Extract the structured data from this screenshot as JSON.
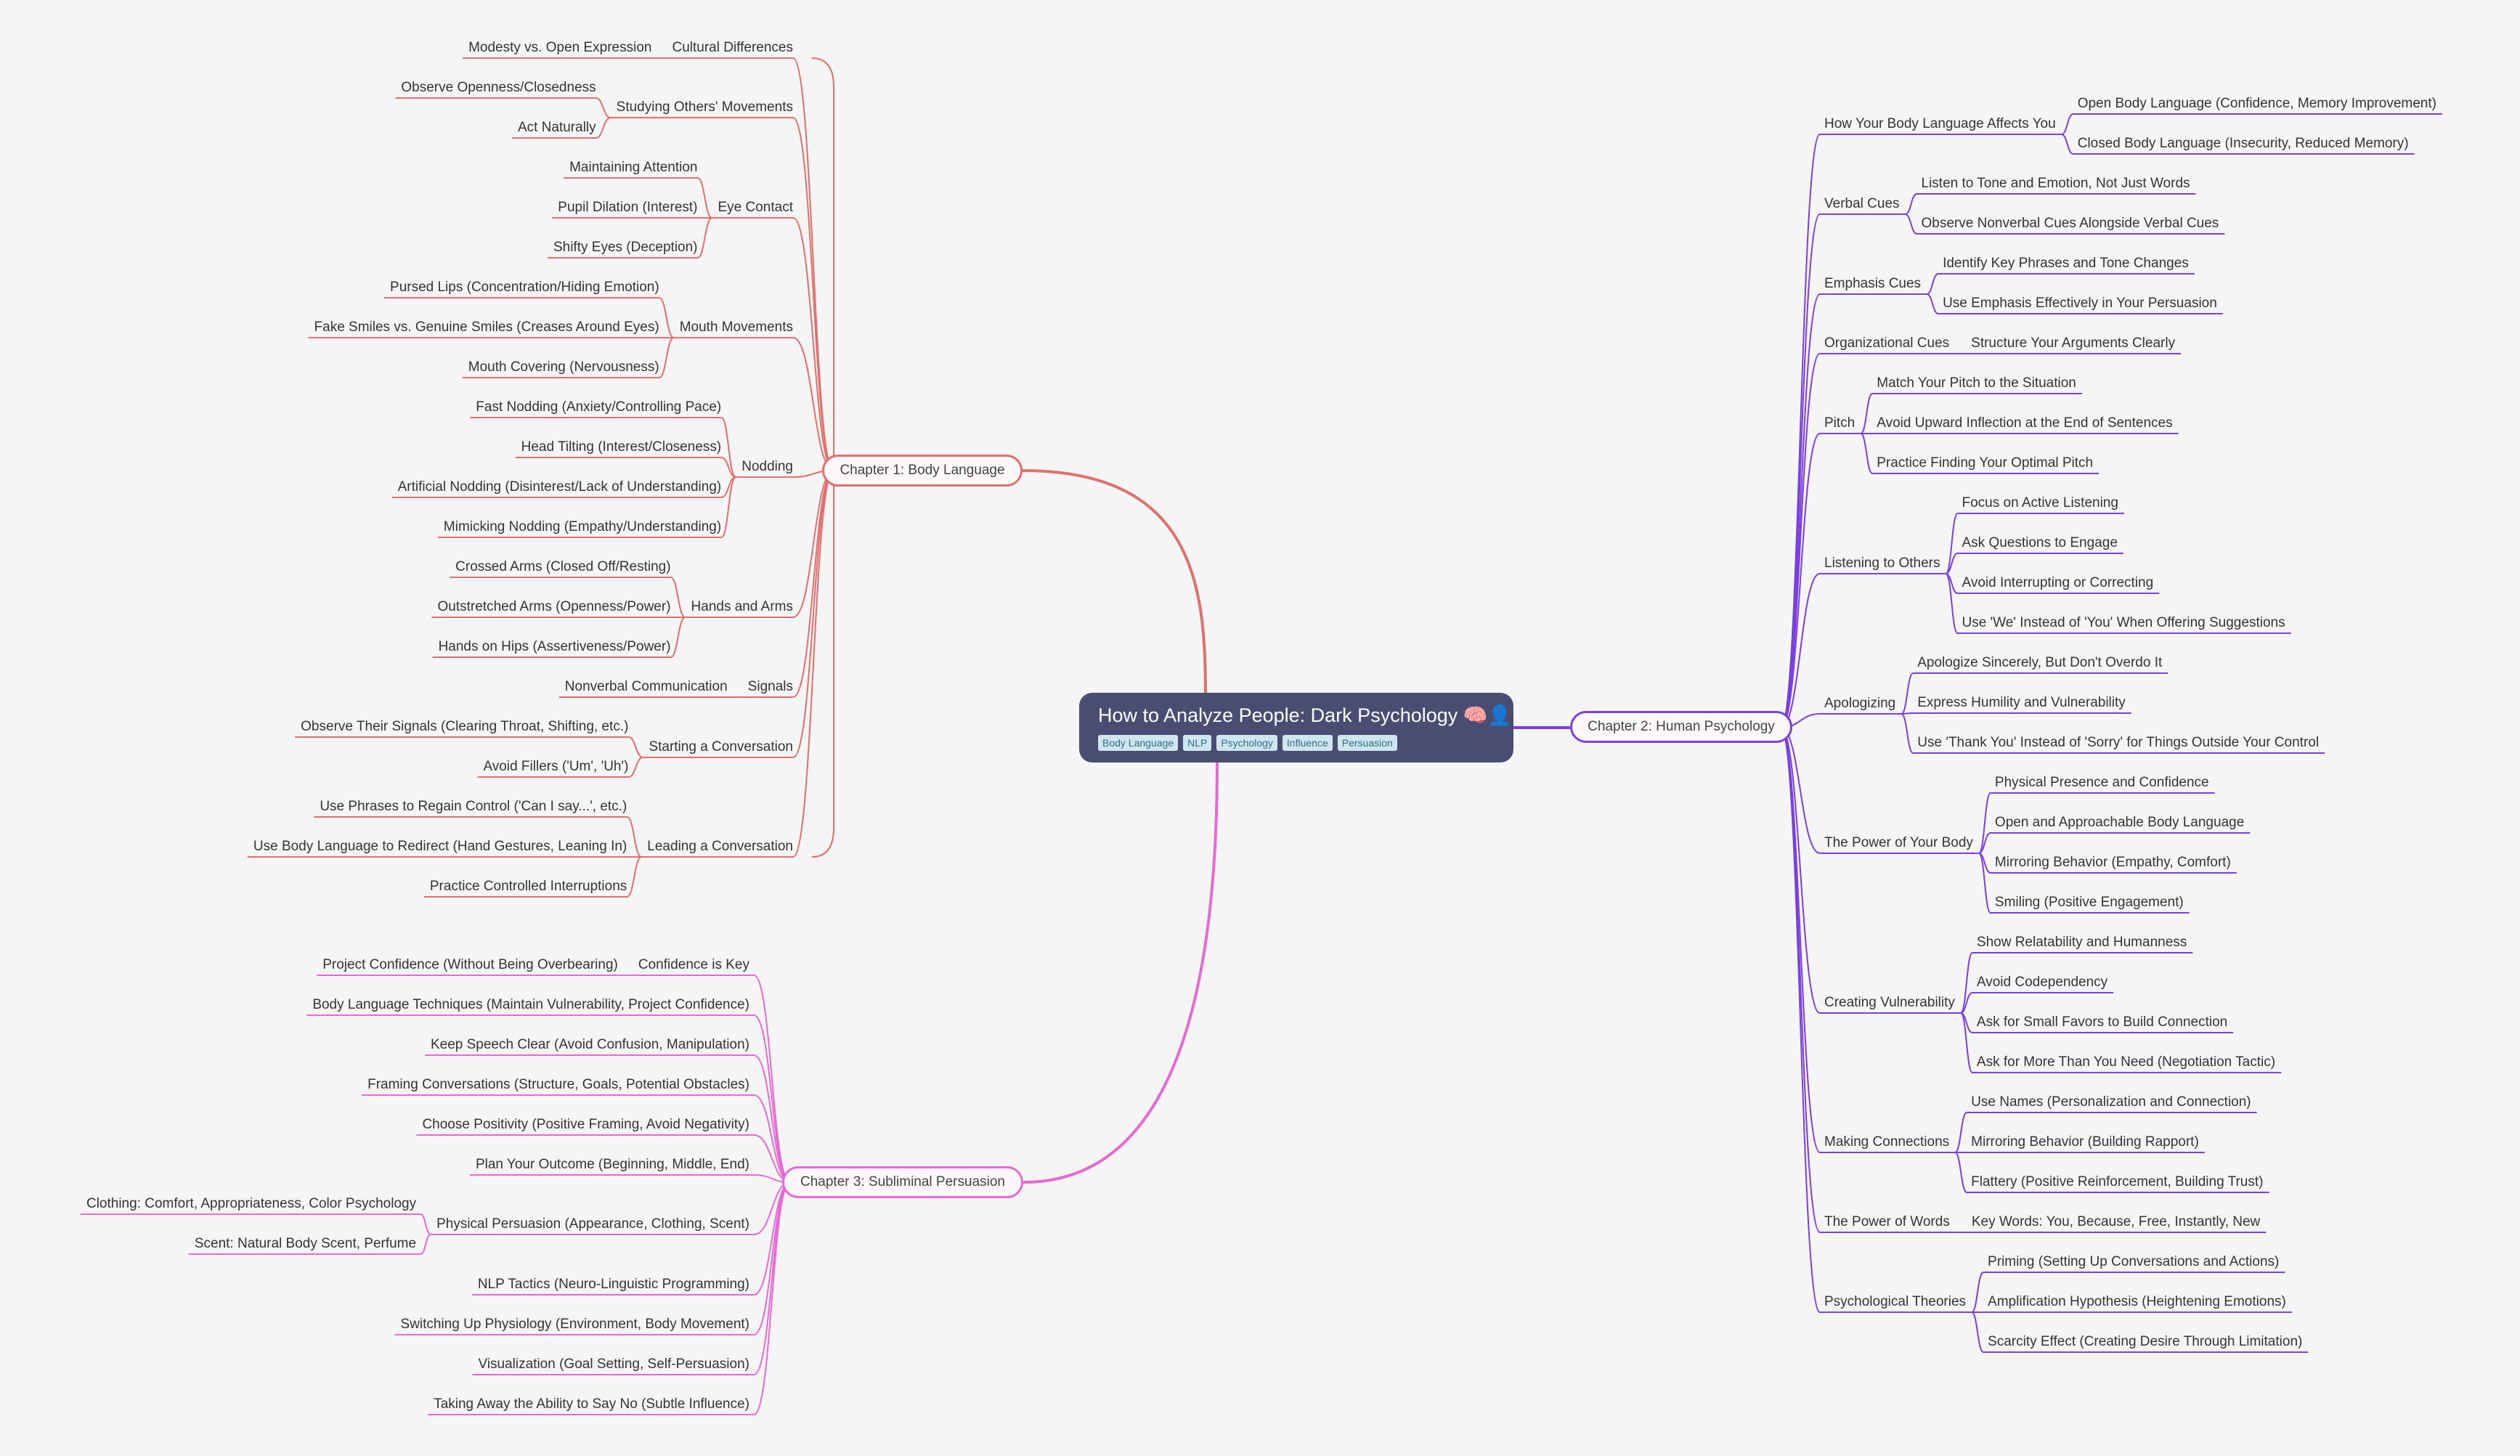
{
  "root": {
    "title": "How to Analyze People: Dark Psychology 🧠👤",
    "tags": [
      "Body Language",
      "NLP",
      "Psychology",
      "Influence",
      "Persuasion"
    ]
  },
  "colors": {
    "ch1": "#e0706b",
    "ch2": "#7a3fe0",
    "ch3": "#e56bd2",
    "root_bg": "#4a4d72"
  },
  "chapter1": {
    "label": "Chapter 1: Body Language",
    "branches": [
      {
        "label": "Cultural Differences",
        "children": [
          "Modesty vs. Open Expression"
        ]
      },
      {
        "label": "Studying Others' Movements",
        "children": [
          "Observe Openness/Closedness",
          "Act Naturally"
        ]
      },
      {
        "label": "Eye Contact",
        "children": [
          "Maintaining Attention",
          "Pupil Dilation (Interest)",
          "Shifty Eyes (Deception)"
        ]
      },
      {
        "label": "Mouth Movements",
        "children": [
          "Pursed Lips (Concentration/Hiding Emotion)",
          "Fake Smiles vs. Genuine Smiles (Creases Around Eyes)",
          "Mouth Covering (Nervousness)"
        ]
      },
      {
        "label": "Nodding",
        "children": [
          "Fast Nodding (Anxiety/Controlling Pace)",
          "Head Tilting (Interest/Closeness)",
          "Artificial Nodding (Disinterest/Lack of Understanding)",
          "Mimicking Nodding (Empathy/Understanding)"
        ]
      },
      {
        "label": "Hands and Arms",
        "children": [
          "Crossed Arms (Closed Off/Resting)",
          "Outstretched Arms (Openness/Power)",
          "Hands on Hips (Assertiveness/Power)"
        ]
      },
      {
        "label": "Signals",
        "children": [
          "Nonverbal Communication"
        ]
      },
      {
        "label": "Starting a Conversation",
        "children": [
          "Observe Their Signals (Clearing Throat, Shifting, etc.)",
          "Avoid Fillers ('Um', 'Uh')"
        ]
      },
      {
        "label": "Leading a Conversation",
        "children": [
          "Use Phrases to Regain Control ('Can I say...', etc.)",
          "Use Body Language to Redirect (Hand Gestures, Leaning In)",
          "Practice Controlled Interruptions"
        ]
      }
    ]
  },
  "chapter2": {
    "label": "Chapter 2: Human Psychology",
    "branches": [
      {
        "label": "How Your Body Language Affects You",
        "children": [
          "Open Body Language (Confidence, Memory Improvement)",
          "Closed Body Language (Insecurity, Reduced Memory)"
        ]
      },
      {
        "label": "Verbal Cues",
        "children": [
          "Listen to Tone and Emotion, Not Just Words",
          "Observe Nonverbal Cues Alongside Verbal Cues"
        ]
      },
      {
        "label": "Emphasis Cues",
        "children": [
          "Identify Key Phrases and Tone Changes",
          "Use Emphasis Effectively in Your Persuasion"
        ]
      },
      {
        "label": "Organizational Cues",
        "children": [
          "Structure Your Arguments Clearly"
        ]
      },
      {
        "label": "Pitch",
        "children": [
          "Match Your Pitch to the Situation",
          "Avoid Upward Inflection at the End of Sentences",
          "Practice Finding Your Optimal Pitch"
        ]
      },
      {
        "label": "Listening to Others",
        "children": [
          "Focus on Active Listening",
          "Ask Questions to Engage",
          "Avoid Interrupting or Correcting",
          "Use 'We' Instead of 'You' When Offering Suggestions"
        ]
      },
      {
        "label": "Apologizing",
        "children": [
          "Apologize Sincerely, But Don't Overdo It",
          "Express Humility and Vulnerability",
          "Use 'Thank You' Instead of 'Sorry' for Things Outside Your Control"
        ]
      },
      {
        "label": "The Power of Your Body",
        "children": [
          "Physical Presence and Confidence",
          "Open and Approachable Body Language",
          "Mirroring Behavior (Empathy, Comfort)",
          "Smiling (Positive Engagement)"
        ]
      },
      {
        "label": "Creating Vulnerability",
        "children": [
          "Show Relatability and Humanness",
          "Avoid Codependency",
          "Ask for Small Favors to Build Connection",
          "Ask for More Than You Need (Negotiation Tactic)"
        ]
      },
      {
        "label": "Making Connections",
        "children": [
          "Use Names (Personalization and Connection)",
          "Mirroring Behavior (Building Rapport)",
          "Flattery (Positive Reinforcement, Building Trust)"
        ]
      },
      {
        "label": "The Power of Words",
        "children": [
          "Key Words: You, Because, Free, Instantly, New"
        ]
      },
      {
        "label": "Psychological Theories",
        "children": [
          "Priming (Setting Up Conversations and Actions)",
          "Amplification Hypothesis (Heightening Emotions)",
          "Scarcity Effect (Creating Desire Through Limitation)"
        ]
      }
    ]
  },
  "chapter3": {
    "label": "Chapter 3: Subliminal Persuasion",
    "branches": [
      {
        "label": "Confidence is Key",
        "children": [
          "Project Confidence (Without Being Overbearing)"
        ]
      },
      {
        "label": "Body Language Techniques (Maintain Vulnerability, Project Confidence)",
        "children": []
      },
      {
        "label": "Keep Speech Clear (Avoid Confusion, Manipulation)",
        "children": []
      },
      {
        "label": "Framing Conversations (Structure, Goals, Potential Obstacles)",
        "children": []
      },
      {
        "label": "Choose Positivity (Positive Framing, Avoid Negativity)",
        "children": []
      },
      {
        "label": "Plan Your Outcome (Beginning, Middle, End)",
        "children": []
      },
      {
        "label": "Physical Persuasion (Appearance, Clothing, Scent)",
        "children": [
          "Clothing: Comfort, Appropriateness, Color Psychology",
          "Scent: Natural Body Scent, Perfume"
        ]
      },
      {
        "label": "NLP Tactics (Neuro-Linguistic Programming)",
        "children": []
      },
      {
        "label": "Switching Up Physiology (Environment, Body Movement)",
        "children": []
      },
      {
        "label": "Visualization (Goal Setting, Self-Persuasion)",
        "children": []
      },
      {
        "label": "Taking Away the Ability to Say No (Subtle Influence)",
        "children": []
      }
    ]
  }
}
